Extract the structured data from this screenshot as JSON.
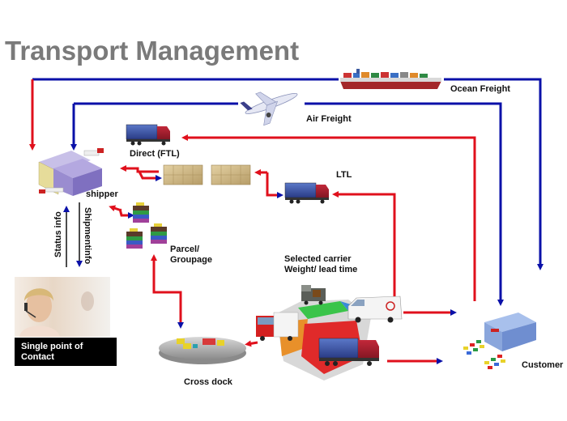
{
  "title": "Transport Management",
  "labels": {
    "ocean_freight": "Ocean Freight",
    "air_freight": "Air Freight",
    "direct_ftl": "Direct (FTL)",
    "ltl": "LTL",
    "shipper": "shipper",
    "status_info": "Status info",
    "shipment_info": "Shipmentinfo",
    "parcel_line1": "Parcel/",
    "parcel_line2": "Groupage",
    "selected_carrier_line1": "Selected carrier",
    "selected_carrier_line2": "Weight/ lead time",
    "cross_dock": "Cross dock",
    "customer": "Customer",
    "contact_line1": "Single point of",
    "contact_line2": "Contact"
  },
  "colors": {
    "title": "#7a7a7a",
    "flow_blue": "#0a10a8",
    "flow_red": "#e0101c",
    "label": "#111111",
    "contact_bg": "#000000",
    "contact_text": "#ffffff"
  },
  "icons": {
    "ship": "container-ship-icon",
    "plane": "airplane-icon",
    "truck": "truck-icon",
    "pallet": "pallet-boxes-icon",
    "parcel": "parcel-stack-icon",
    "warehouse": "warehouse-icon",
    "crossdock": "cross-dock-platform-icon",
    "puzzle": "carrier-puzzle-icon",
    "van": "delivery-van-icon",
    "customer": "customer-building-icon",
    "agent": "call-center-agent-photo"
  }
}
